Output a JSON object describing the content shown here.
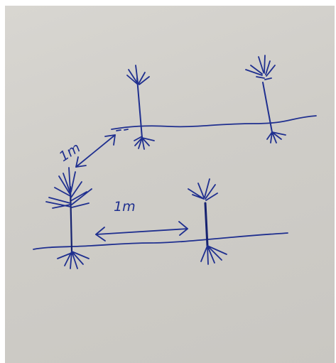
{
  "colors": {
    "ink": "#1f2f8f",
    "ink_dark": "#162270",
    "paper": "#d3d1cc"
  },
  "labels": {
    "diagonal_spacing": "1m",
    "horizontal_spacing": "1m"
  },
  "trees": [
    "tree-back-left",
    "tree-back-right",
    "tree-front-left",
    "tree-front-right"
  ]
}
